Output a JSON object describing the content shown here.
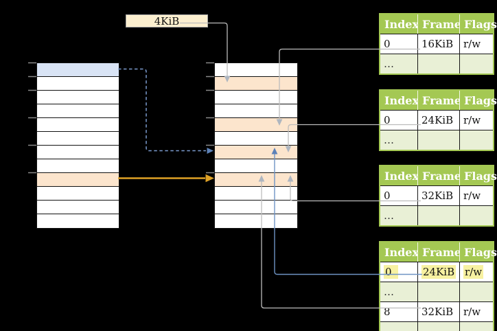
{
  "colors": {
    "accent-green": "#a4c853",
    "row-green": "#e9f0d6",
    "cell-orange": "#fce5cd",
    "cell-blue": "#d9e4f5",
    "box-cream": "#fcefcf",
    "highlight-yellow": "#f7f1a1",
    "arrow-orange": "#dfa226",
    "arrow-blue": "#6e93c4",
    "arrow-blue-dashed": "#7c9cd0",
    "arrow-gray": "#bcbcbc",
    "arrowhead-gray": "#aeb6c0",
    "tick-gray": "#8a8a8a"
  },
  "page_size_box": {
    "label": "4KiB"
  },
  "memory": {
    "left": [
      "blue",
      "white",
      "white",
      "white",
      "white",
      "white",
      "white",
      "white",
      "orange",
      "white",
      "white",
      "white"
    ],
    "middle": [
      "white",
      "orange",
      "white",
      "white",
      "orange",
      "white",
      "orange",
      "white",
      "orange",
      "white",
      "white",
      "white"
    ]
  },
  "tables": [
    {
      "headers": [
        "Index",
        "Frame",
        "Flags"
      ],
      "rows": [
        {
          "cells": [
            "0",
            "16KiB",
            "r/w"
          ]
        },
        {
          "cells": [
            "…",
            "",
            ""
          ]
        }
      ]
    },
    {
      "headers": [
        "Index",
        "Frame",
        "Flags"
      ],
      "rows": [
        {
          "cells": [
            "0",
            "24KiB",
            "r/w"
          ]
        },
        {
          "cells": [
            "…",
            "",
            ""
          ]
        }
      ]
    },
    {
      "headers": [
        "Index",
        "Frame",
        "Flags"
      ],
      "rows": [
        {
          "cells": [
            "0",
            "32KiB",
            "r/w"
          ]
        },
        {
          "cells": [
            "…",
            "",
            ""
          ]
        }
      ]
    },
    {
      "headers": [
        "Index",
        "Frame",
        "Flags"
      ],
      "rows": [
        {
          "cells": [
            "0",
            "24KiB",
            "r/w"
          ],
          "highlighted": true
        },
        {
          "cells": [
            "…",
            "",
            ""
          ]
        },
        {
          "cells": [
            "8",
            "32KiB",
            "r/w"
          ]
        },
        {
          "cells": [
            "…",
            "",
            ""
          ]
        }
      ]
    }
  ]
}
